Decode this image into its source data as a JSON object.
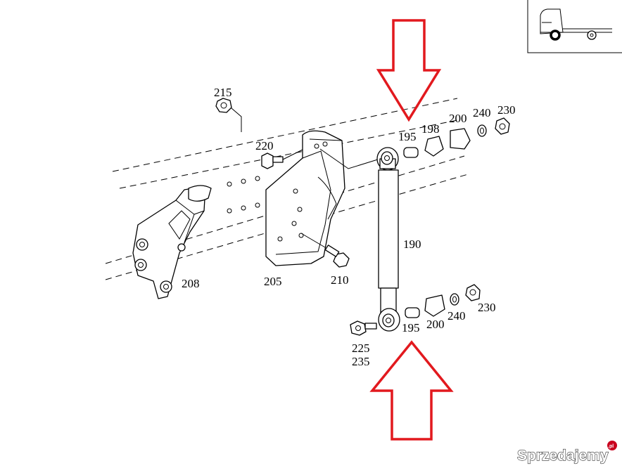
{
  "labels": {
    "l215": "215",
    "l220": "220",
    "l208": "208",
    "l205": "205",
    "l210": "210",
    "l190": "190",
    "top_195": "195",
    "top_198": "198",
    "top_200": "200",
    "top_240": "240",
    "top_230": "230",
    "bot_195": "195",
    "bot_200": "200",
    "bot_240": "240",
    "bot_230": "230",
    "l225": "225",
    "l235": "235"
  },
  "watermark": {
    "text": "Sprzedajemy",
    "suffix": ".pl"
  },
  "colors": {
    "arrow": "#e2191e",
    "line": "#000000",
    "watermark": "#ffffff"
  },
  "icons": {
    "vehicle_thumbnail": "truck-chassis-icon",
    "down_arrow": "arrow-down-icon",
    "up_arrow": "arrow-up-icon"
  }
}
